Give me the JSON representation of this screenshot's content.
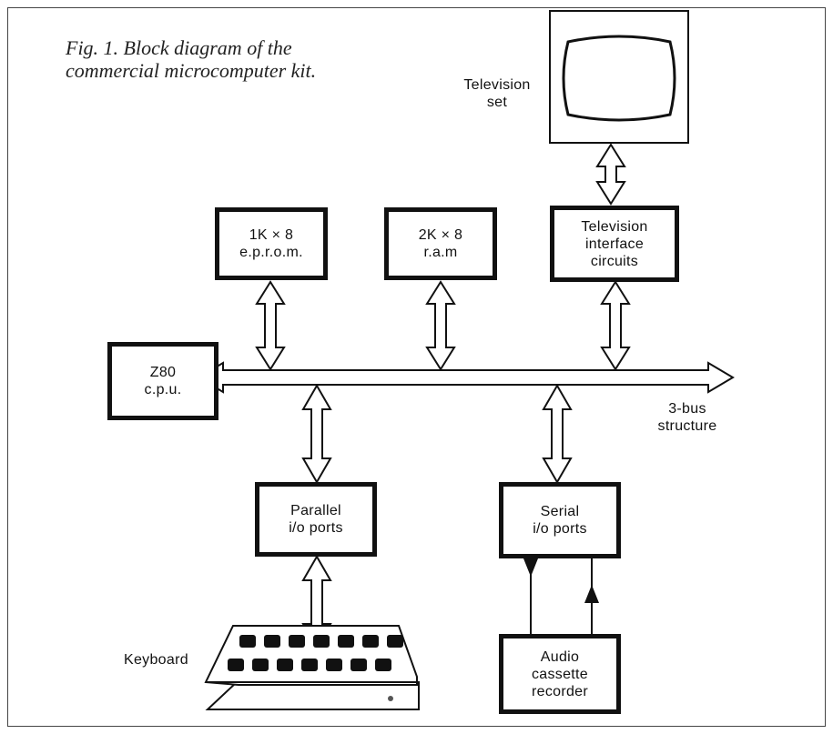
{
  "caption": {
    "line1": "Fig. 1. Block diagram of the",
    "line2": "commercial microcomputer kit."
  },
  "blocks": {
    "eprom": {
      "line1": "1K × 8",
      "line2": "e.p.r.o.m."
    },
    "ram": {
      "line1": "2K × 8",
      "line2": "r.a.m"
    },
    "tv_interface": {
      "line1": "Television",
      "line2": "interface",
      "line3": "circuits"
    },
    "cpu": {
      "line1": "Z80",
      "line2": "c.p.u."
    },
    "parallel": {
      "line1": "Parallel",
      "line2": "i/o ports"
    },
    "serial": {
      "line1": "Serial",
      "line2": "i/o ports"
    },
    "audio": {
      "line1": "Audio",
      "line2": "cassette",
      "line3": "recorder"
    }
  },
  "labels": {
    "tv_set_line1": "Television",
    "tv_set_line2": "set",
    "bus_line1": "3-bus",
    "bus_line2": "structure",
    "keyboard": "Keyboard"
  }
}
